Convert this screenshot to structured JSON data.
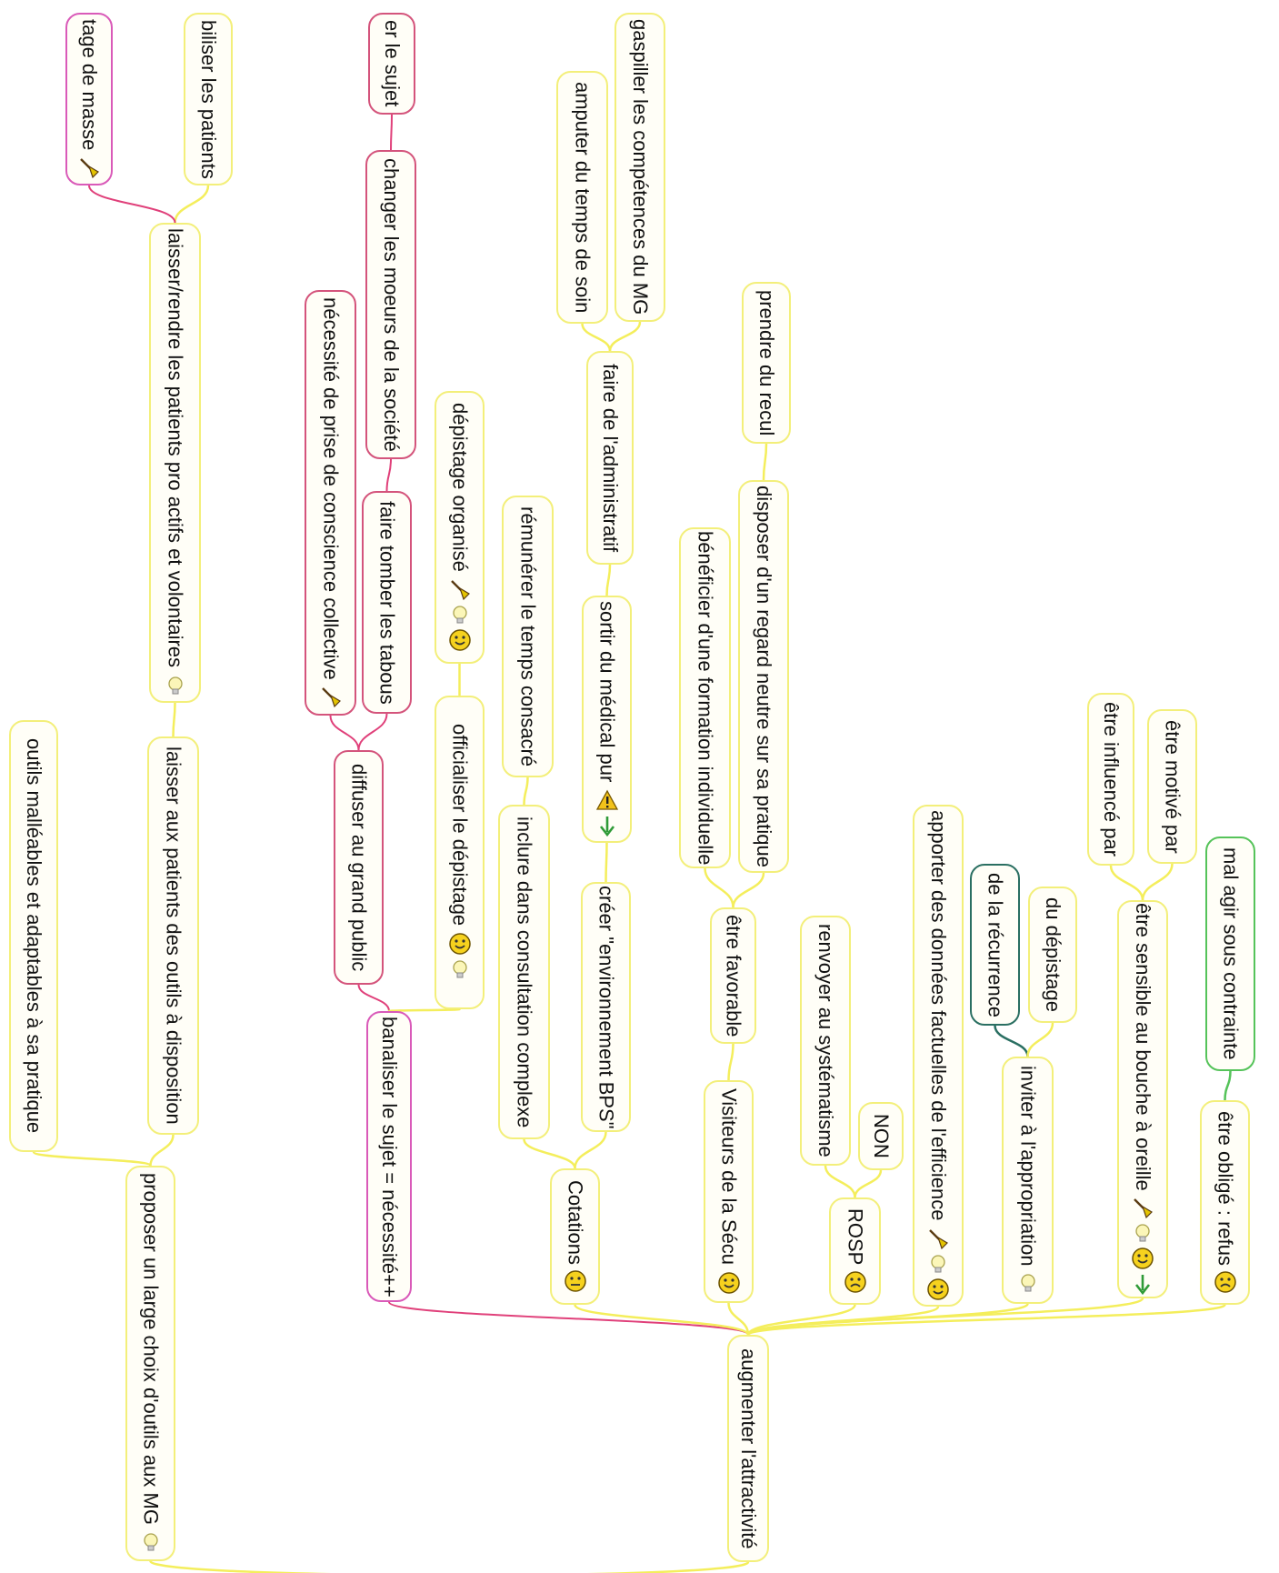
{
  "nodes": {
    "root": "augmenter l'attractivité",
    "banaliser": "banaliser le sujet = nécessité++",
    "diffuser": "diffuser au grand public",
    "changer_moeurs": "changer les moeurs de la société",
    "faire_tomber": "faire tomber les tabous",
    "necessite_prise": "nécessité de prise de conscience collective",
    "er_le_sujet": "er le sujet",
    "officialiser": "officialiser le dépistage",
    "depistage_organise": "dépistage organisé",
    "cotations": "Cotations",
    "inclure": "inclure dans consultation complexe",
    "remunerer": "rémunérer le temps consacré",
    "creer_env": "créer \"environnement BPS\"",
    "sortir_medical": "sortir du médical pur",
    "faire_admin": "faire de l'administratif",
    "amputer": "amputer du temps de soin",
    "gaspiller": "gaspiller les compétences du MG",
    "visiteurs": "Visiteurs de la Sécu",
    "etre_favorable": "être favorable",
    "beneficier": "bénéficier d'une formation individuelle",
    "disposer": "disposer d'un regard neutre sur sa pratique",
    "prendre_recul": "prendre du recul",
    "rosp": "ROSP",
    "non": "NON",
    "renvoyer": "renvoyer au systématisme",
    "apporter": "apporter des données factuelles de l'efficience",
    "inviter": "inviter à l'appropriation",
    "de_la_recurrence": "de la récurrence",
    "du_depistage": "du dépistage",
    "etre_sensible": "être sensible au bouche à oreille",
    "influence": "être influencé par",
    "motive": "être motivé par",
    "oblige": "être obligé : refus",
    "mal_agir": "mal agir sous contrainte",
    "proposer": "proposer un large choix d'outils aux MG",
    "outils": "outils malléables et adaptables à sa pratique",
    "laisser_outils": "laisser aux patients des outils à disposition",
    "laisser_rendre": "laisser/rendre les patients pro actifs et volontaires",
    "biliser": "biliser les patients",
    "tage_masse": "tage de masse"
  },
  "icons": {
    "banaliser": [],
    "diffuser": [],
    "necessite_prise": [
      "broom-icon"
    ],
    "officialiser": [
      "smiley-happy-icon",
      "bulb-icon"
    ],
    "depistage_organise": [
      "broom-icon",
      "bulb-icon",
      "smiley-happy-icon"
    ],
    "cotations": [
      "smiley-neutral-icon"
    ],
    "sortir_medical": [
      "warning-icon",
      "arrow-down-icon"
    ],
    "visiteurs": [
      "smiley-happy-icon"
    ],
    "rosp": [
      "smiley-sad-icon"
    ],
    "apporter": [
      "broom-icon",
      "bulb-icon",
      "smiley-happy-icon"
    ],
    "inviter": [
      "bulb-icon"
    ],
    "etre_sensible": [
      "broom-icon",
      "bulb-icon",
      "smiley-happy-icon",
      "arrow-down-icon"
    ],
    "oblige": [
      "smiley-sad-icon"
    ],
    "proposer": [
      "bulb-icon"
    ],
    "laisser_rendre": [
      "bulb-icon"
    ],
    "tage_masse": [
      "broom-icon"
    ]
  },
  "colors": {
    "yellow_border": "#f3ef7a",
    "pink_border": "#d4547c",
    "magenta_border": "#d95ab9",
    "green_border": "#55c35a",
    "teal_border": "#2a6f62",
    "yellow_link": "#f4ee5c",
    "pink_link": "#e0407a"
  }
}
